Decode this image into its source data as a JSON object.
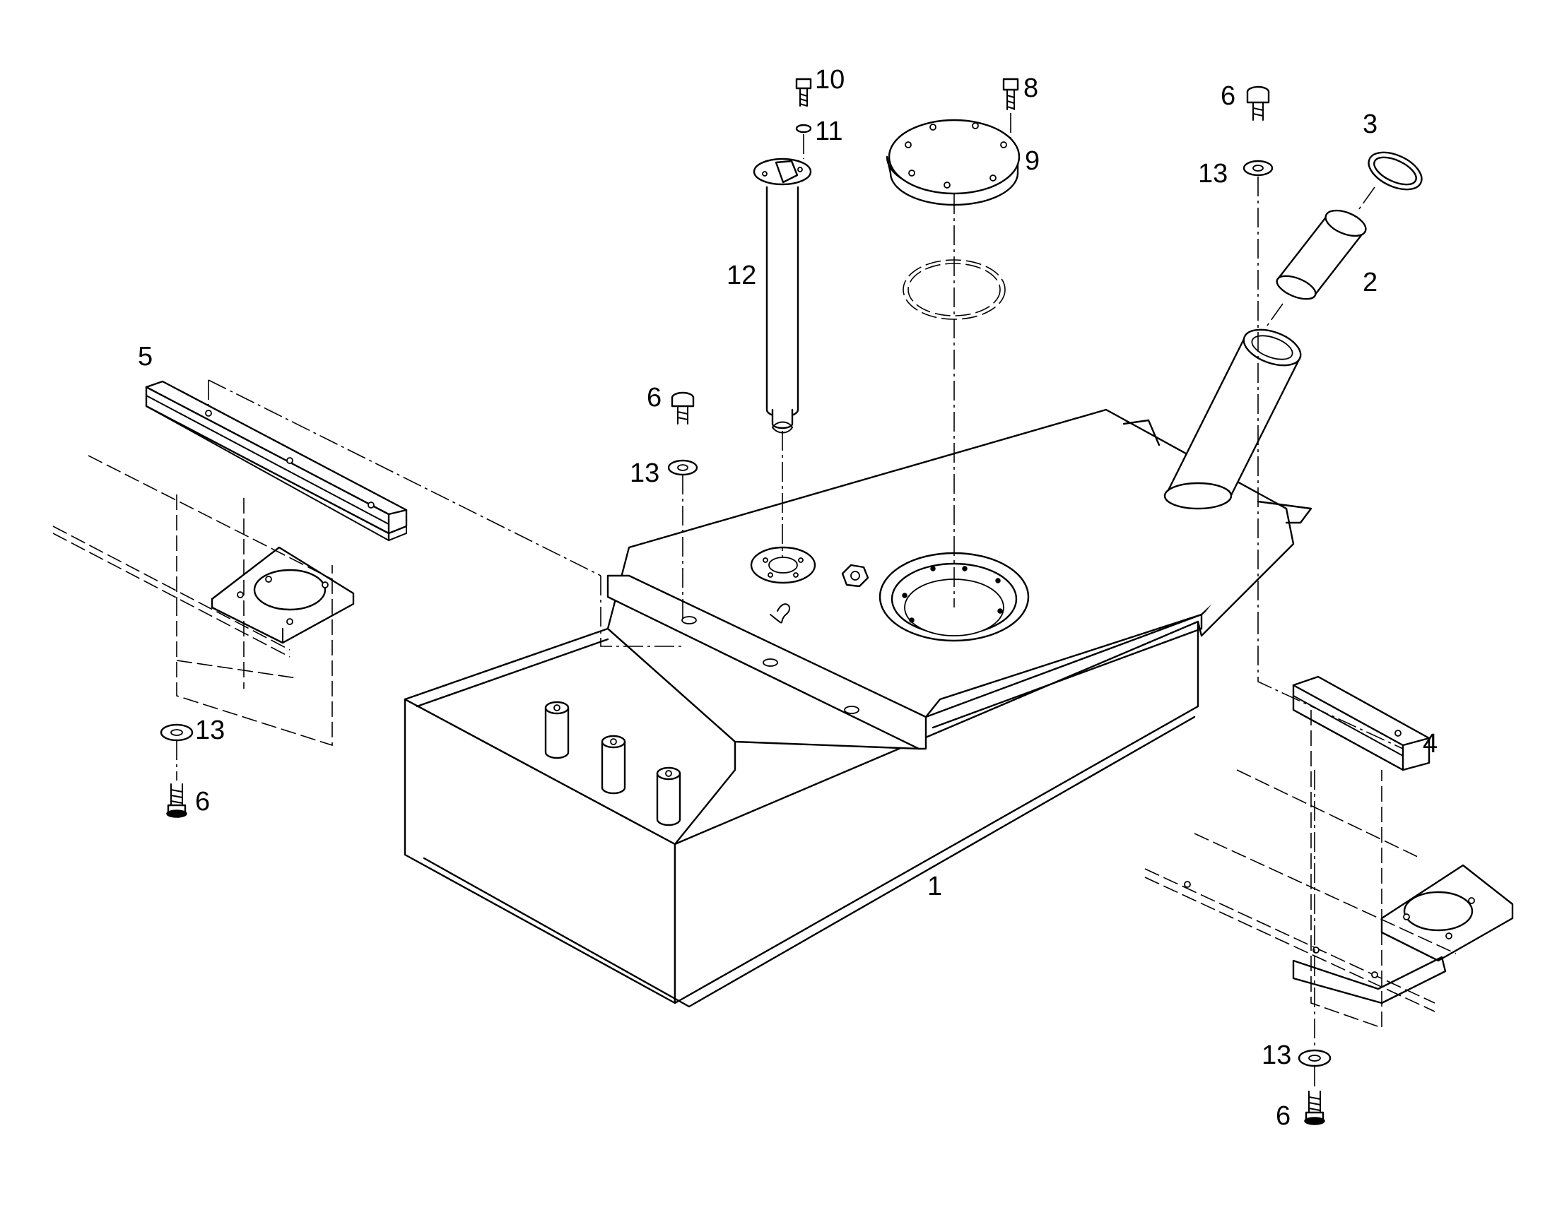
{
  "diagram": {
    "callouts": [
      {
        "id": "c1",
        "text": "1"
      },
      {
        "id": "c2",
        "text": "2"
      },
      {
        "id": "c3",
        "text": "3"
      },
      {
        "id": "c4",
        "text": "4"
      },
      {
        "id": "c5",
        "text": "5"
      },
      {
        "id": "c6a",
        "text": "6"
      },
      {
        "id": "c6b",
        "text": "6"
      },
      {
        "id": "c6c",
        "text": "6"
      },
      {
        "id": "c6d",
        "text": "6"
      },
      {
        "id": "c8",
        "text": "8"
      },
      {
        "id": "c9",
        "text": "9"
      },
      {
        "id": "c10",
        "text": "10"
      },
      {
        "id": "c11",
        "text": "11"
      },
      {
        "id": "c12",
        "text": "12"
      },
      {
        "id": "c13a",
        "text": "13"
      },
      {
        "id": "c13b",
        "text": "13"
      },
      {
        "id": "c13c",
        "text": "13"
      },
      {
        "id": "c13d",
        "text": "13"
      }
    ],
    "colors": {
      "line": "#000000",
      "background": "#ffffff"
    }
  }
}
